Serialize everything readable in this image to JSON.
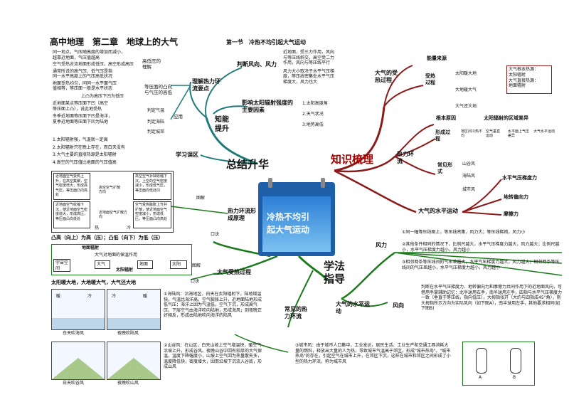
{
  "title": "高中地理　第二章　地球上的大气",
  "section": "第一节　冷热不均引起大气运动",
  "center": {
    "line1": "冷热不均引",
    "line2": "起大气运动"
  },
  "branches": {
    "summary": "总结升华",
    "knowledge": "知识梳理",
    "method": "学法\n指导"
  },
  "top_left": {
    "notes": [
      "同一地点，气压随高度的增加而减小，",
      "越靠近地面，气压值越高",
      "空气受热对流地面形成低压，高空形成高压",
      "通常所说的高气压、低气压是指",
      "同一水平高度上的气压高低状况",
      "地面受热均匀，同同一水平面气压",
      "值相等，等压面一般是水平状态",
      "上凸为高压下凹为低压",
      "近地面某点等压面下凹（高空",
      "等压面上凸），说此地受热",
      "冬季近地面等压面下凹是海洋，",
      "夏季近地面等压面下凹为陆地"
    ],
    "labels": [
      "高低压的理解",
      "等压面的凸向与气压的高低",
      "判定气温",
      "判定海陆",
      "判定城郊",
      "应用"
    ],
    "understand": "理解热力环流要点",
    "ability": "知能提升"
  },
  "wind_judge": {
    "label": "判断风向、风力",
    "notes": [
      "近地面，受三力作用，风向",
      "与等压线斜交，高空受二力",
      "作用，风向与等压线平行",
      "风力大小取决于水平气压梯",
      "度，等压线密集处水平气压",
      "梯度大，风力也大"
    ]
  },
  "solar": {
    "label": "影响太阳辐射强度的主要因素",
    "items": [
      "1.太阳高度角",
      "2.天气状况",
      "3.地势高低"
    ]
  },
  "mistakes": {
    "label": "学习误区",
    "items": [
      "1.太阳辐射强，气温就一定高",
      "2.太阳辐射只在晚上存在，而白天没有",
      "3.大气主要的直接热源是太阳辐射",
      "4.高空的气压值比地面的气压值高"
    ]
  },
  "heat_circ": {
    "label": "热力环流形成原理",
    "diagram": "图解",
    "slogan_label": "口诀",
    "slogan": "凸高（向上）为高（压）；凸低（向下）为低（压）",
    "left_box": "近地面空气受热上升，在高空集聚，空气密度增大，形成高气压，等压面凸向高处",
    "left_box2": "近地面空气收缩下沉，使近地面空气密度增大，形成高压，等压面凸向低处",
    "mid_top": "高空空气扩散方向",
    "mid_bot": "近地面空气扩散方向",
    "right_box": "高空空气补缺收缩下沉，上空的空气密度减小，形成低气压，等压面向低处凹",
    "right_box2": "空气受热膨胀上升并扩散，使近地面空气密度减小，形成低压，等压面凸向高处",
    "heat": "热",
    "cold": "冷"
  },
  "atm_heat": {
    "label": "大气受热过程",
    "diagram": "图解",
    "slogan_label": "口诀",
    "slogan": "太阳暖大地，大地暖大气，大气还大地",
    "top": "地面辐射",
    "mid": "大气对地面的保温作用",
    "left": "宇宙空间",
    "air": "大气",
    "ground": "地面",
    "sun": "太阳",
    "bottom": "太阳辐射"
  },
  "common_circ": {
    "label": "常见的热力环流",
    "sea": "①海陆风：沿海地区，白天在太阳辐射下，陆地增温快，气温比海洋高，空气膨胀上升，近地面陆地形成低气压；海洋上因为气温低，空气下沉，形成高气压。下层空气由海洋吹向陆地，形成海风；到夜晚正好相反，形成由陆地吹向海洋的陆风",
    "valley": "②山谷风：在山区，白天山坡上空气增温快，暖空气沿坡上升，形成谷风。夜晚山谷中因有较厚的大气保温，温度下降幅度小，山坡上空气因为热量散失多，温度降低快，密度增大，因而沿坡下沉流入谷底，形成山风",
    "city": "③城市风：由于城市人口集中，工业发达，居民生活、工业生产和交通工具消耗大量的燃料，释放出大量的人为热，导致城市气温高于郊区，形成\"城市热岛\"。\"城市热岛\"的存在，引起空气在城市上升，在郊区下沉，这样在城市和郊区之间形成了小型的热力环流，称为城市风",
    "pics": [
      "白天吹海风",
      "夜晚吹陆风",
      "白天吹谷风",
      "夜晚吹山风"
    ],
    "pic_labels": [
      "暖",
      "冷",
      "冷",
      "暖"
    ]
  },
  "horizontal": {
    "label": "大气的水平运动",
    "wind_power": "风力",
    "wind_dir": "风向",
    "power_items": [
      "①同一幅等压线图上，等压线密集，风力大；等压线稀疏，风力小",
      "②其他条件相同的情况下，比例尺越大，水平气压梯度力越大，风力越大；比例尺越小，水平气压梯度力越小，风力越小",
      "③相邻两条等压线间的气压差越大，水平气压梯度力越大，风力越大；相邻两条等压线间的气压差越小，水平气压梯度力越小，风力越小"
    ],
    "dir_text": "判断在水平气压梯度力、地转偏向力和摩擦力共同作用下的近地面风向，可借用手掌辅助记忆：北半球用右手，南半球用左手，四指与水平气压梯度力一致（垂直于等压线，指向低压），大拇指张开（大约与四指成45°角），则大拇指所示方向为实际风向（如下图A），南半球用左手，其他要求相同(如下图B)",
    "hands": [
      "A",
      "B"
    ]
  },
  "knowledge_tree": {
    "energy": "能量来源",
    "heated": "大气的受热过程",
    "proc": "受热过程",
    "p1": "太阳暖大地",
    "p2": "大地暖大气",
    "p3": "大气还大地",
    "heat_src": [
      "大气根本热源：",
      "太阳辐射",
      "大气直接热源：",
      "地面辐射"
    ],
    "root": "根本原因",
    "root_text": "太阳辐射的区域差异",
    "form": "形成过程",
    "f1": "地区间冷热不均",
    "f2": "空气垂直运动",
    "f3": "水平面上气压差异",
    "f4": "大气水平运动",
    "circ": "热力环流",
    "common": "常见形式",
    "forms": [
      "山谷风",
      "海陆风",
      "城市风"
    ],
    "hmove": "大气的水平运动",
    "forces": [
      "水平气压梯度力",
      "地转偏向力",
      "摩擦力"
    ]
  }
}
